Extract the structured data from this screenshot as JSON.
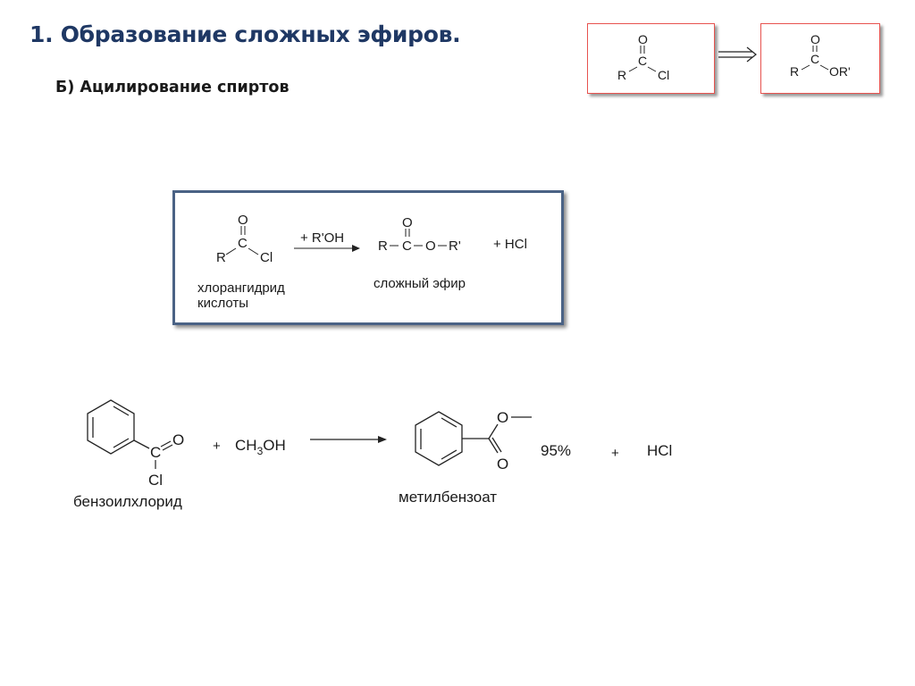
{
  "title": "1. Образование сложных эфиров.",
  "subtitle": "Б) Ацилирование спиртов",
  "scheme": {
    "left": {
      "o": "O",
      "c": "C",
      "r": "R",
      "cl": "Cl"
    },
    "right": {
      "o": "O",
      "c": "C",
      "r": "R",
      "or": "OR'"
    }
  },
  "general_reaction": {
    "reactant": {
      "o": "O",
      "c": "C",
      "r": "R",
      "cl": "Cl"
    },
    "reagent": "+ R'OH",
    "product": {
      "o": "O",
      "r": "R",
      "c": "C",
      "o2": "O",
      "r2": "R'"
    },
    "byproduct": "+ HCl",
    "reactant_name_line1": "хлорангидрид",
    "reactant_name_line2": "кислоты",
    "product_name": "сложный эфир"
  },
  "example_reaction": {
    "reactant_atoms": {
      "c": "C",
      "o": "O",
      "cl": "Cl"
    },
    "plus1": "+",
    "reagent_pre": "CH",
    "reagent_sub": "3",
    "reagent_post": "OH",
    "product_atoms": {
      "o_top": "O",
      "o_bottom": "O"
    },
    "yield": "95%",
    "plus2": "+",
    "byproduct": "HCl",
    "reactant_name": "бензоилхлорид",
    "product_name": "метилбензоат"
  }
}
